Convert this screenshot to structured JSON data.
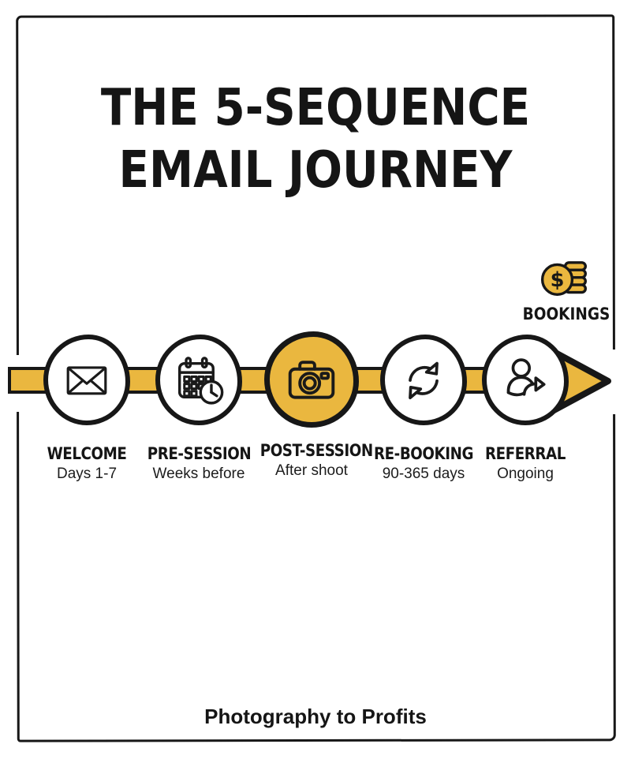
{
  "title": {
    "line1": "THE 5-SEQUENCE",
    "line2": "EMAIL JOURNEY"
  },
  "outcome": {
    "label": "BOOKINGS",
    "icon": "coins-icon",
    "coin_symbol": "$"
  },
  "timeline": {
    "direction": "left-to-right",
    "steps": [
      {
        "label": "WELCOME",
        "sublabel": "Days 1-7",
        "icon": "envelope-icon",
        "highlighted": false
      },
      {
        "label": "PRE-SESSION",
        "sublabel": "Weeks before",
        "icon": "calendar-clock-icon",
        "highlighted": false
      },
      {
        "label": "POST-SESSION",
        "sublabel": "After shoot",
        "icon": "camera-icon",
        "highlighted": true
      },
      {
        "label": "RE-BOOKING",
        "sublabel": "90-365 days",
        "icon": "refresh-icon",
        "highlighted": false
      },
      {
        "label": "REFERRAL",
        "sublabel": "Ongoing",
        "icon": "person-referral-icon",
        "highlighted": false
      }
    ]
  },
  "footer": {
    "brand": "Photography to Profits"
  },
  "colors": {
    "accent": "#EAB73F",
    "ink": "#171717",
    "background": "#FFFFFF"
  }
}
